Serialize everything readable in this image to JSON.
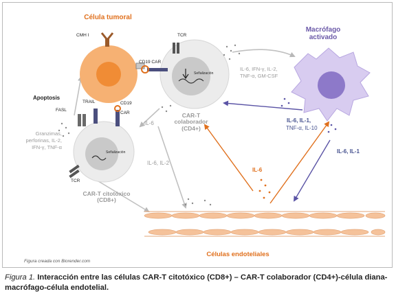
{
  "labels": {
    "target_cell": "Célula tumoral",
    "macrophage": "Macrófago activado",
    "endothelial": "Células endoteliales",
    "cd4_cell": "CAR-T colaborador (CD4+)",
    "cd8_cell": "CAR-T citotóxico (CD8+)",
    "apoptosis": "Apoptosis",
    "mhc": "CMH I",
    "tcr_cd4": "TCR",
    "tcr_cd8": "TCR",
    "cd19_car": "CD19 CAR",
    "fasl": "FASL",
    "trail": "TRAIL",
    "cd19": "CD19",
    "car": "CAR",
    "signal_cd4": "Señalización",
    "signal_cd8": "Señalización",
    "cd4_cytokines": "IL-6, IFN-γ, IL-2, TNF-α, GM-CSF",
    "cd8_cytokines": "Granzimas, perforinas, IL-2, IFN-γ, TNF-α",
    "macro_cytokines_bold": "IL-6, IL-1,",
    "macro_cytokines_rest": "TNF-α, IL-10",
    "il6_left": "IL-6",
    "il6_il2": "IL-6, IL-2",
    "il6_center": "IL-6",
    "il6_il1_right": "IL-6, IL-1",
    "credit": "Figura creada con Biorender.com"
  },
  "caption": {
    "figure_number": "Figura 1.",
    "text": "Interacción entre las células CAR-T citotóxico (CD8+) – CAR-T colaborador (CD4+)-célula diana-macrófago-célula endotelial."
  },
  "colors": {
    "orange": "#e0701d",
    "purple": "#6b59a8",
    "blue_arrow": "#5a53a5",
    "grey_arrow": "#b8b8b8",
    "tumor": "#f6b173",
    "tumor_nucleus": "#f08c35",
    "car_t": "#ececec",
    "car_t_nucleus": "#c9c9c9",
    "endothelium": "#f5c29a"
  }
}
